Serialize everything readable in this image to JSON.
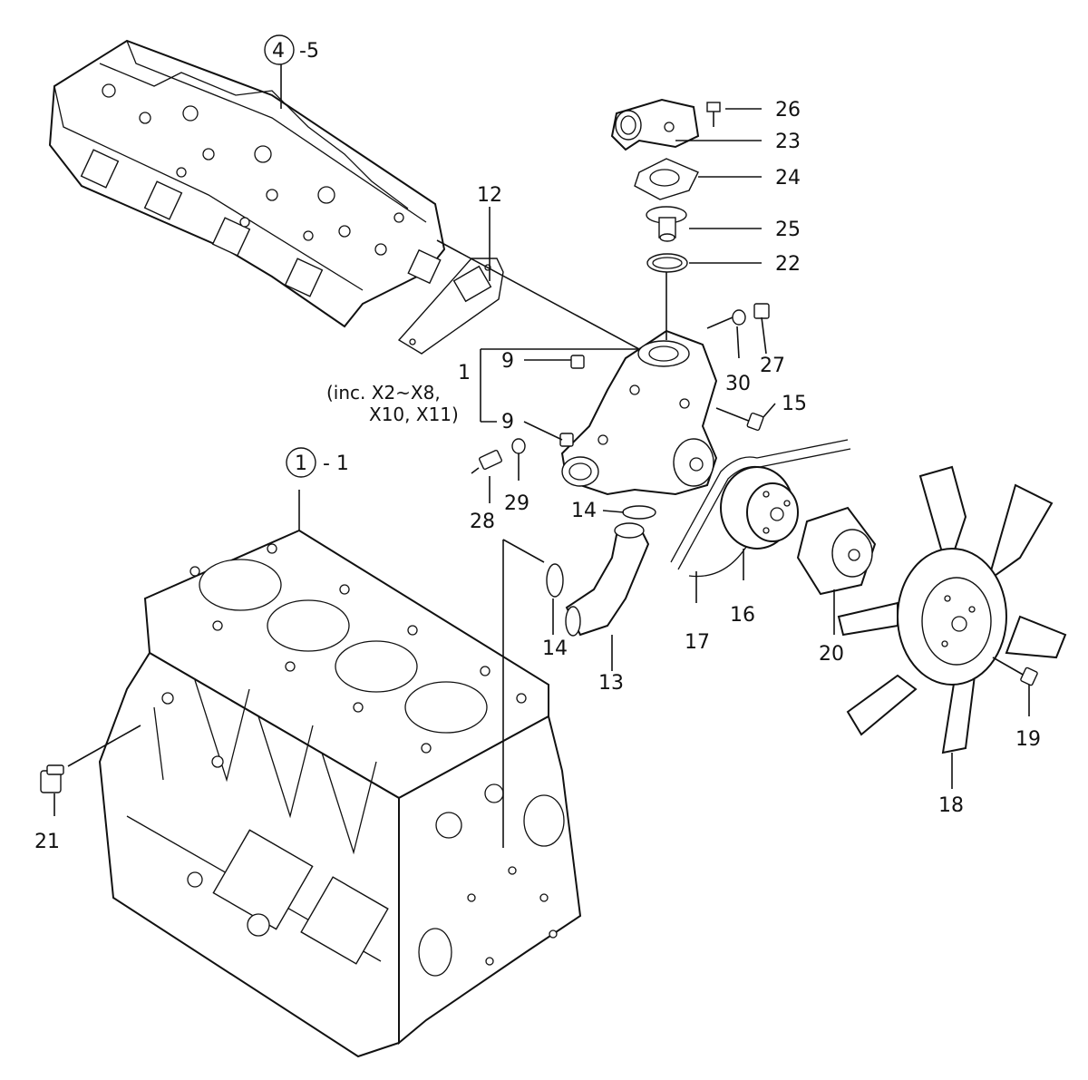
{
  "refs": {
    "head_num": "4",
    "head_suffix": "-5",
    "block_num": "1",
    "block_suffix": "- 1"
  },
  "callouts": {
    "c1": "1",
    "c1_note1": "(inc. X2~X8,",
    "c1_note2": "X10, X11)",
    "c9a": "9",
    "c9b": "9",
    "c12": "12",
    "c13": "13",
    "c14a": "14",
    "c14b": "14",
    "c15": "15",
    "c16": "16",
    "c17": "17",
    "c18": "18",
    "c19": "19",
    "c20": "20",
    "c21": "21",
    "c22": "22",
    "c23": "23",
    "c24": "24",
    "c25": "25",
    "c26": "26",
    "c27": "27",
    "c28": "28",
    "c29": "29",
    "c30": "30"
  }
}
